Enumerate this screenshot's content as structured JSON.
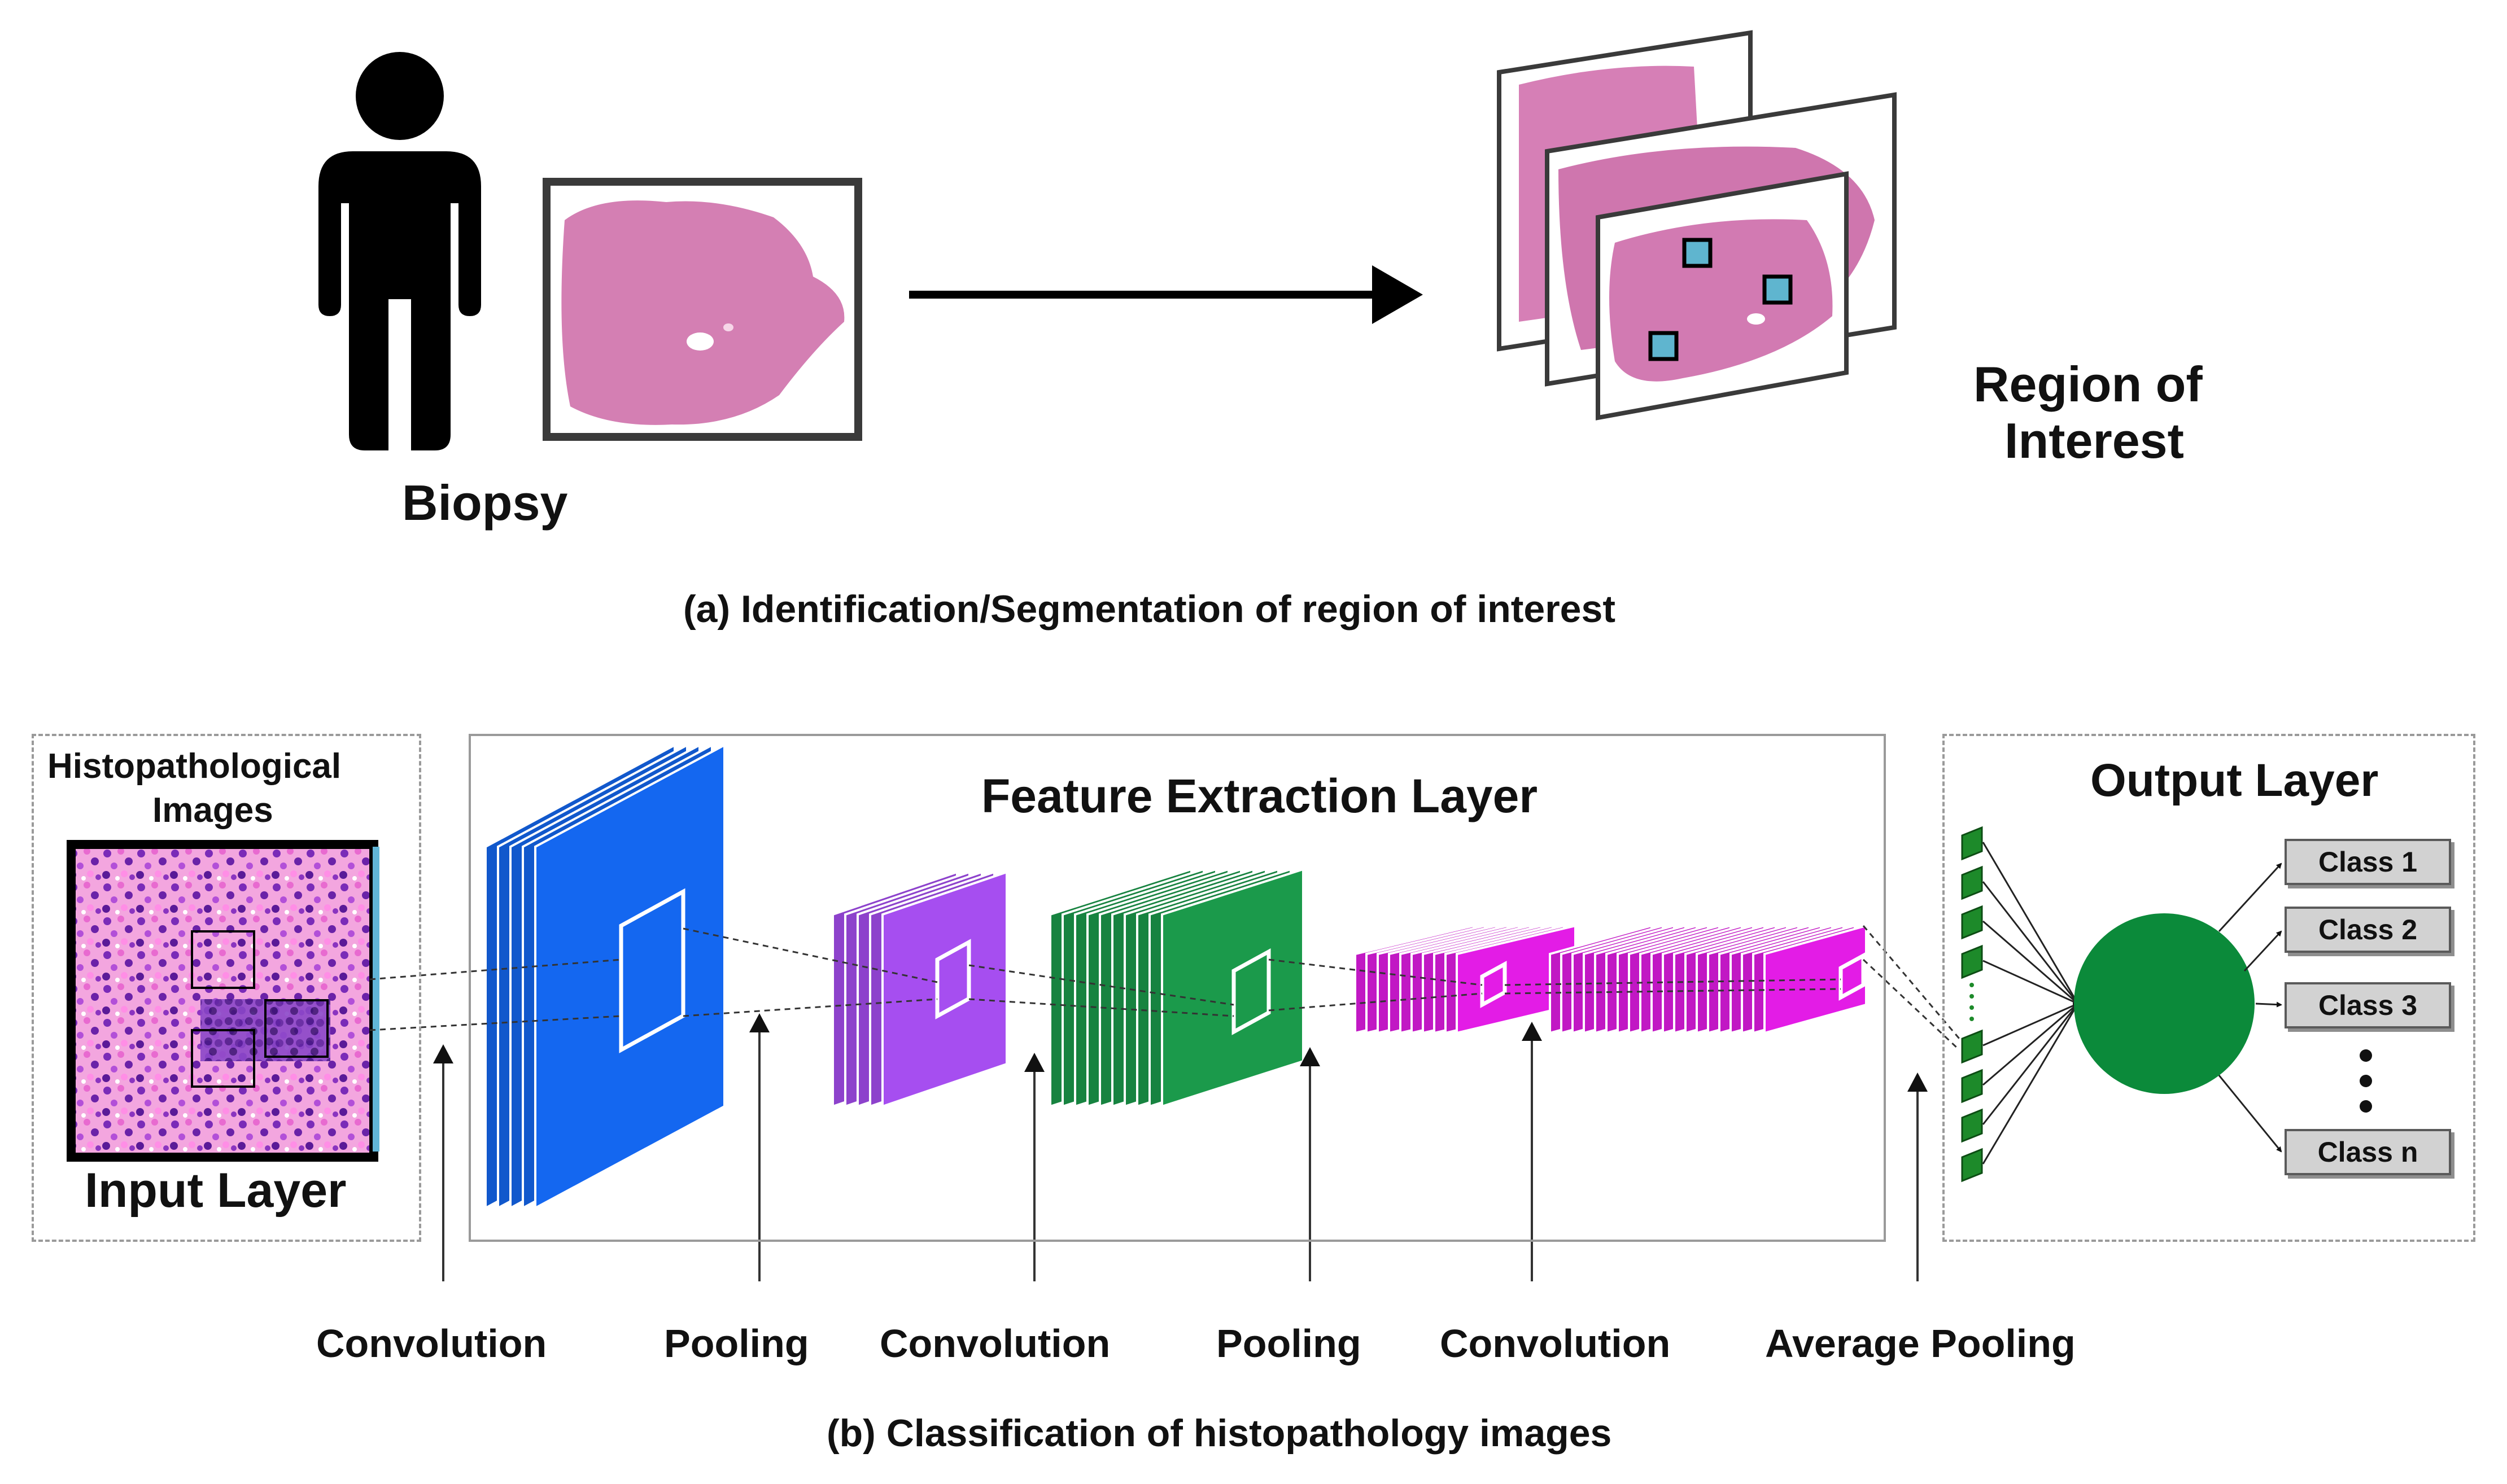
{
  "panel_a": {
    "biopsy_label": "Biopsy",
    "roi_label_line1": "Region of",
    "roi_label_line2": "Interest",
    "caption": "(a) Identification/Segmentation of region of interest"
  },
  "panel_b": {
    "input_heading_line1": "Histopathological",
    "input_heading_line2": "Images",
    "input_layer_label": "Input Layer",
    "feature_layer_label": "Feature Extraction Layer",
    "output_layer_label": "Output Layer",
    "classes": [
      "Class 1",
      "Class 2",
      "Class 3",
      "Class n"
    ],
    "operations": [
      "Convolution",
      "Pooling",
      "Convolution",
      "Pooling",
      "Convolution",
      "Average Pooling"
    ],
    "caption": "(b) Classification of histopathology images"
  },
  "colors": {
    "conv1": "#1467f0",
    "pool1": "#a64ef0",
    "conv2": "#1b9a4b",
    "pool2": "#e31ce6",
    "conv3": "#e31ce6",
    "dense_nodes": "#1d8a2a",
    "output_node": "#0b8a3a",
    "tissue": "#d87bb0"
  },
  "icons": [
    "person-icon",
    "tissue-slide-icon",
    "process-arrow-icon",
    "roi-slide-stack-icon"
  ]
}
